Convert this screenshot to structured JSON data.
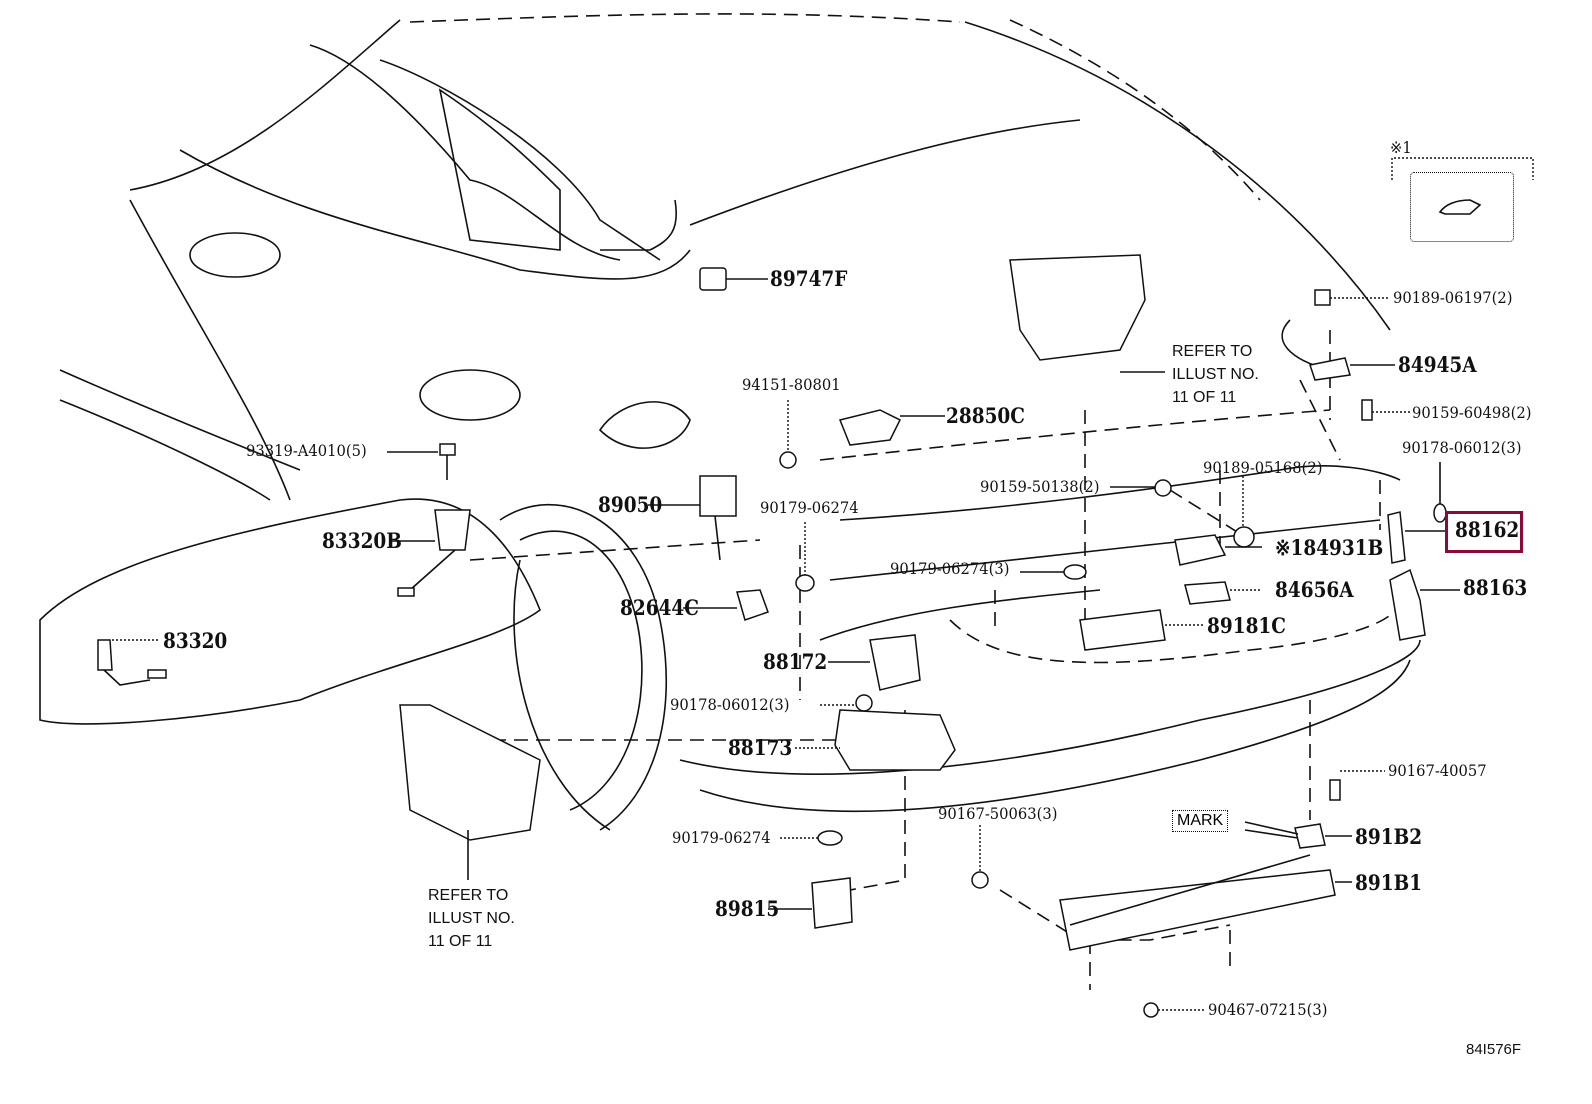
{
  "diagram": {
    "figure_id": "84I576F",
    "legend": {
      "symbol": "※1",
      "icon": "car-trunk-open-icon"
    },
    "notes": {
      "refer_upper": "REFER TO\nILLUST NO.\n11 OF 11",
      "refer_lower": "REFER TO\nILLUST NO.\n11 OF 11",
      "mark": "MARK"
    },
    "highlight_color": "#8b0a3a",
    "highlighted_part": "88162",
    "parts": {
      "p89747F": "89747F",
      "p94151_80801": "94151-80801",
      "p28850C": "28850C",
      "p93319_A4010": "93319-A4010(5)",
      "p83320B": "83320B",
      "p83320": "83320",
      "p89050": "89050",
      "p90179_06274_a": "90179-06274",
      "p82644C": "82644C",
      "p90159_50138": "90159-50138(2)",
      "p90179_06274_3": "90179-06274(3)",
      "p90189_05168": "90189-05168(2)",
      "p84931B": "※184931B",
      "p84656A": "84656A",
      "p89181C": "89181C",
      "p90189_06197": "90189-06197(2)",
      "p84945A": "84945A",
      "p90159_60498": "90159-60498(2)",
      "p90178_06012_a": "90178-06012(3)",
      "p88162": "88162",
      "p88163": "88163",
      "p88172": "88172",
      "p90178_06012_b": "90178-06012(3)",
      "p88173": "88173",
      "p90167_40057": "90167-40057",
      "p891B2": "891B2",
      "p891B1": "891B1",
      "p90167_50063": "90167-50063(3)",
      "p90179_06274_b": "90179-06274",
      "p89815": "89815",
      "p90467_07215": "90467-07215(3)"
    }
  }
}
